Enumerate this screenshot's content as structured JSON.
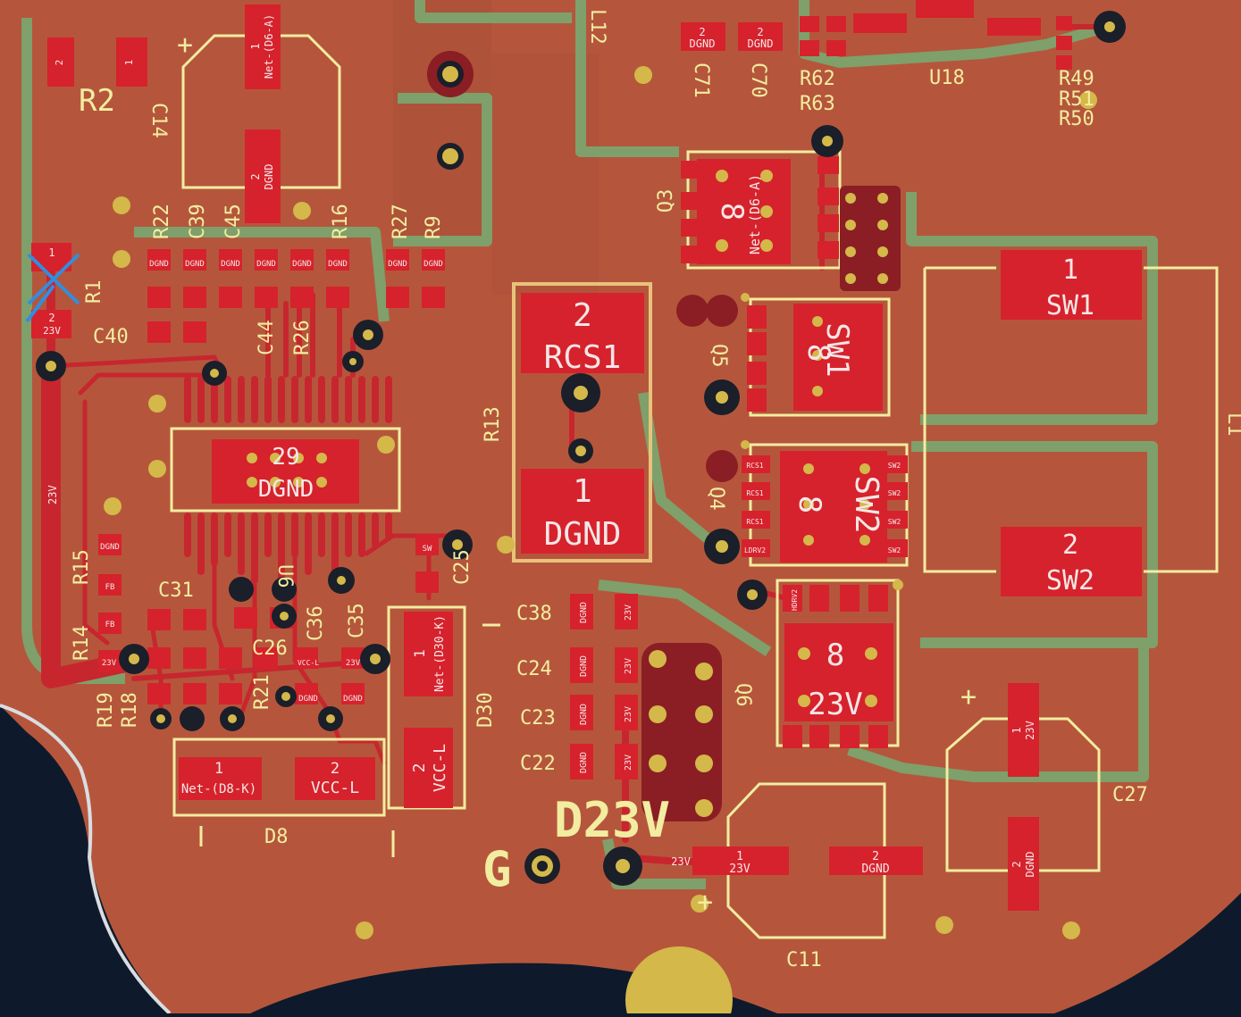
{
  "colors": {
    "background": "#0e1a2b",
    "copper_pour": "#b5563c",
    "copper_dark": "#a84e36",
    "trace": "#c8262e",
    "pad": "#d6222c",
    "clearance": "#7fa06a",
    "silkscreen": "#f2eda0",
    "via": "#d4b84a",
    "via_hole": "#1a1f2a",
    "drc_marker": "#2f8fe0",
    "edge_cut": "#d9dde2"
  },
  "icons": {
    "drc_marker": "blue-x-icon",
    "vias": "via-icon"
  },
  "silk_labels": {
    "r2": "R2",
    "c14": "C14",
    "l12": "L12",
    "c71": "C71",
    "c70": "C70",
    "r62": "R62",
    "r63": "R63",
    "u18": "U18",
    "r49": "R49",
    "r51": "R51",
    "r50": "R50",
    "q3": "Q3",
    "r22": "R22",
    "c39": "C39",
    "c45": "C45",
    "r16": "R16",
    "r27": "R27",
    "r9": "R9",
    "r1": "R1",
    "c40": "C40",
    "c44": "C44",
    "r26": "R26",
    "r13": "R13",
    "q5": "Q5",
    "l1": "L1",
    "q4": "Q4",
    "r15": "R15",
    "c31": "C31",
    "c25": "C25",
    "r14": "R14",
    "c26": "C26",
    "c36": "C36",
    "c35": "C35",
    "r19": "R19",
    "r18": "R18",
    "r21": "R21",
    "u6": "U6",
    "d30": "D30",
    "c38": "C38",
    "c24": "C24",
    "c23": "C23",
    "c22": "C22",
    "q6": "Q6",
    "d8": "D8",
    "d23v": "D23V",
    "g": "G",
    "c11": "C11",
    "c27": "C27"
  },
  "pads": {
    "sw1_num": "1",
    "sw1_net": "SW1",
    "sw2_num": "2",
    "sw2_net": "SW2",
    "rcs1_num": "2",
    "rcs1_net": "RCS1",
    "dgnd_num": "1",
    "dgnd_net": "DGND",
    "u_ep_num": "29",
    "u_ep_net": "DGND",
    "q5_num": "8",
    "q5_net": "SW1",
    "q4_num": "8",
    "q4_net": "SW2",
    "q6_num": "8",
    "q6_net": "23V",
    "q3_num": "8",
    "q3_net": "Net-(D6-A)",
    "d8_p1_num": "1",
    "d8_p1_net": "Net-(D8-K)",
    "d8_p2_num": "2",
    "d8_p2_net": "VCC-L",
    "d30_p1_num": "1",
    "d30_p1_net": "Net-(D30-K)",
    "d30_p2_num": "2",
    "d30_p2_net": "VCC-L",
    "c11_p1_num": "1",
    "c11_p1_net": "23V",
    "c11_p2_num": "2",
    "c11_p2_net": "DGND",
    "c27_p1_num": "1",
    "c27_p1_net": "23V",
    "c27_p2_num": "2",
    "c27_p2_net": "DGND",
    "c14_p1_num": "1",
    "c14_p1_net": "Net-(D6-A)",
    "c14_p2_num": "2",
    "c14_p2_net": "DGND",
    "c71_num": "2",
    "c71_net": "DGND",
    "c70_num": "2",
    "c70_net": "DGND",
    "r1_top": "1",
    "r1_bot_num": "2",
    "r1_bot_net": "23V",
    "r2_net_a": "2",
    "r2_net_b": "1",
    "trace_23v": "23V",
    "small_dgnd": "DGND",
    "small_23v": "23V",
    "small_rcs1": "RCS1",
    "small_sw2": "SW2",
    "small_ldrv2": "LDRV2",
    "small_hdrv2": "HDRV2",
    "small_fb": "FB",
    "small_vcc": "VCC-L",
    "small_sw": "SW"
  }
}
